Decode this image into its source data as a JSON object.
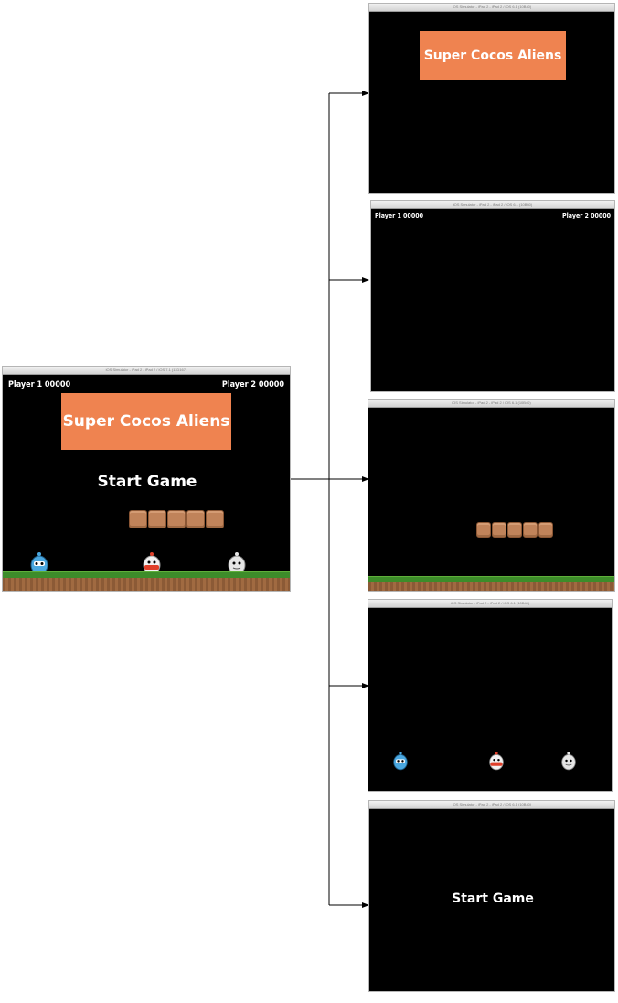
{
  "main_screen": {
    "window_title": "iOS Simulator - iPad 2 - iPad 2 / iOS 7.1 (11D167)",
    "player1_score": "Player 1  00000",
    "player2_score": "Player 2 00000",
    "game_title": "Super Cocos Aliens",
    "start_button": "Start Game"
  },
  "layers": [
    {
      "window_title": "iOS Simulator - iPad 2 - iPad 2 / iOS 6.1 (10B40)",
      "game_title": "Super Cocos Aliens"
    },
    {
      "window_title": "iOS Simulator - iPad 2 - iPad 2 / iOS 6.1 (10B40)",
      "player1_score": "Player 1  00000",
      "player2_score": "Player 2 00000"
    },
    {
      "window_title": "iOS Simulator - iPad 2 - iPad 2 / iOS 6.1 (10B40)"
    },
    {
      "window_title": "iOS Simulator - iPad 2 - iPad 2 / iOS 6.1 (10B40)"
    },
    {
      "window_title": "iOS Simulator - iPad 2 - iPad 2 / iOS 6.1 (10B40)",
      "start_button": "Start Game"
    }
  ],
  "colors": {
    "title_box": "#ef8350",
    "background": "#000000",
    "grass": "#3d8c2a",
    "dirt": "#8b5a36",
    "block": "#c0835a",
    "alien_blue": "#4aa7e0",
    "alien_red": "#e0402a",
    "alien_white": "#e6e6e6"
  },
  "icons": [
    "blue-alien-icon",
    "red-alien-icon",
    "white-alien-icon",
    "arrow-head-icon"
  ]
}
